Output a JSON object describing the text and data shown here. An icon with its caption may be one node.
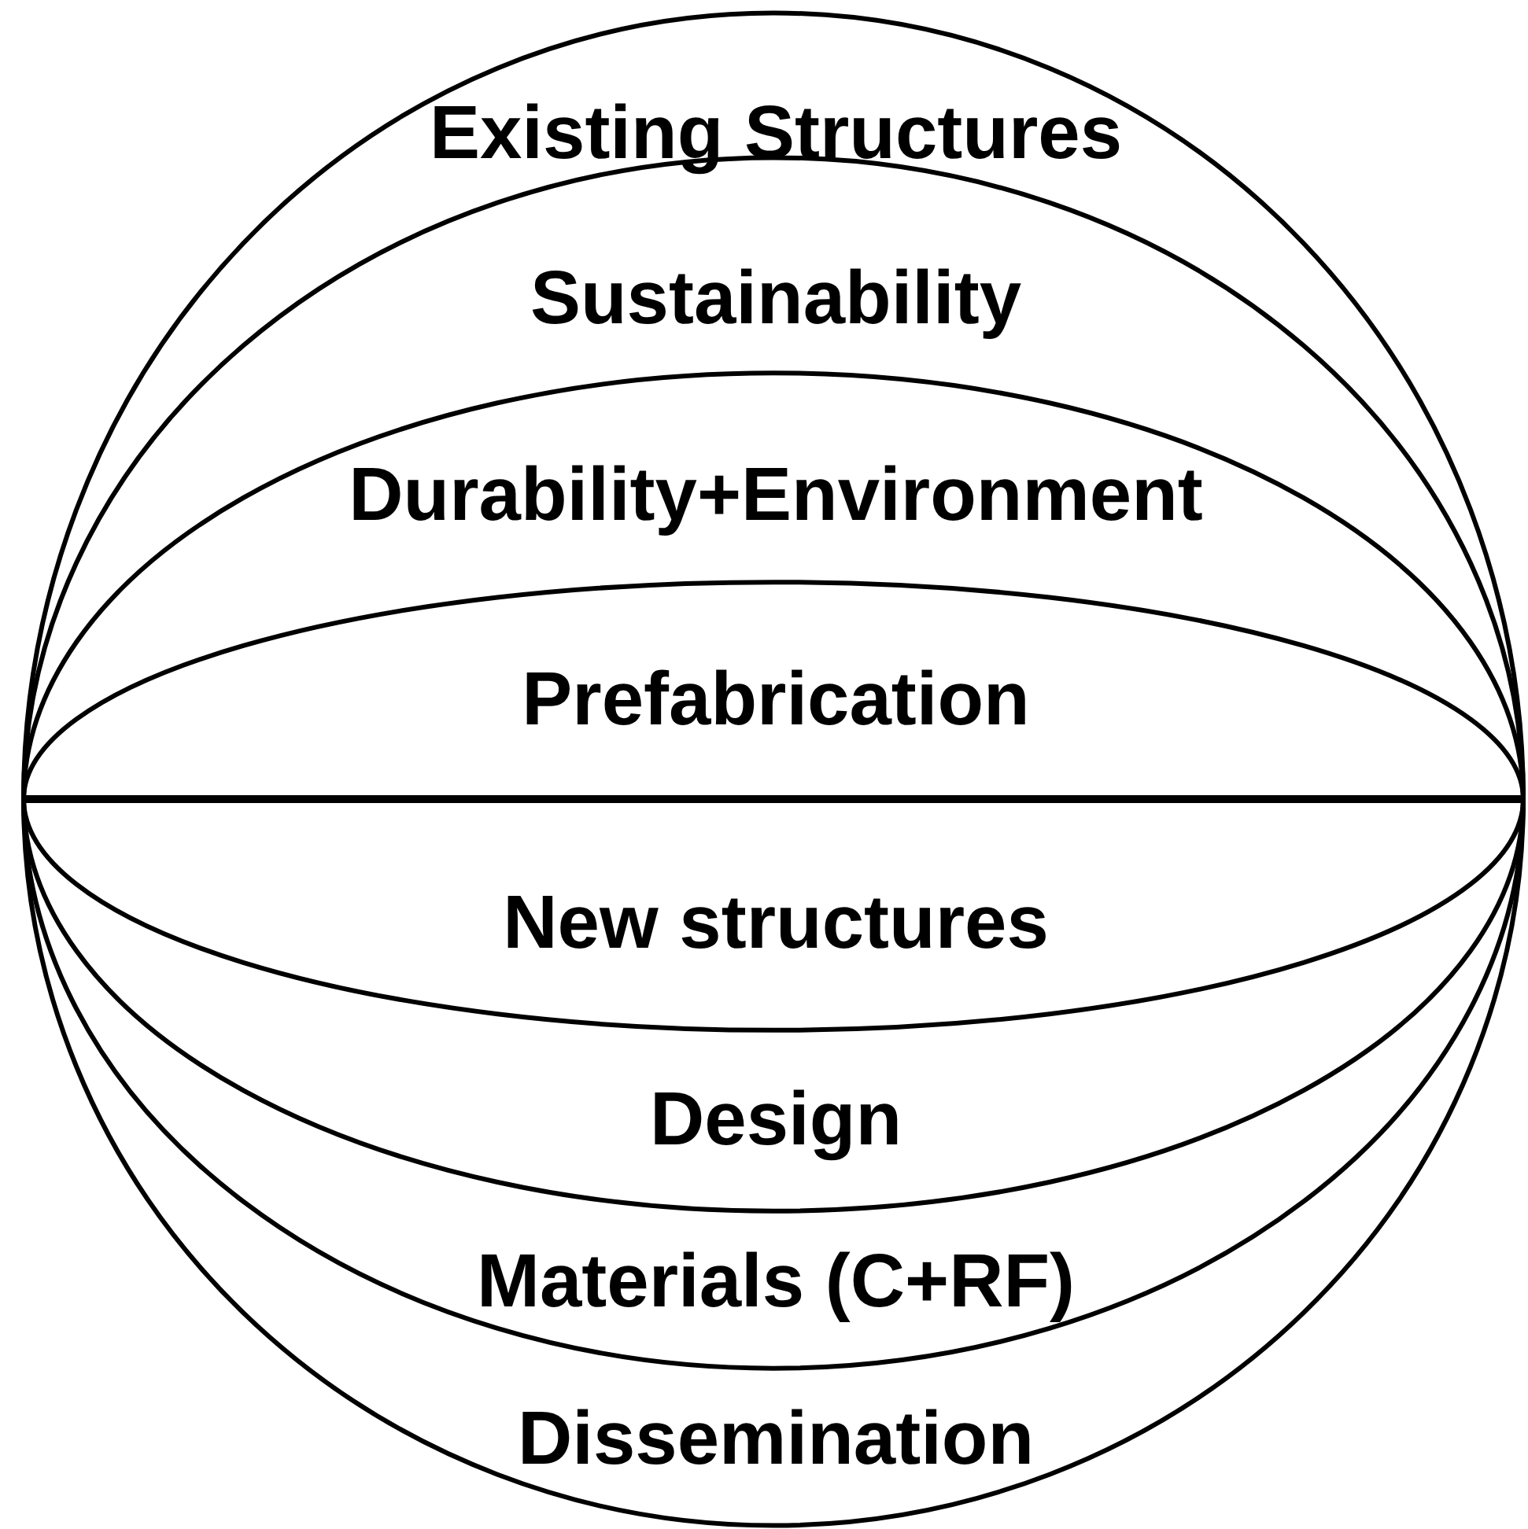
{
  "diagram": {
    "nodes": [
      {
        "text": [
          "Existing Structures"
        ]
      },
      {
        "text": [
          "Sustainability"
        ]
      },
      {
        "text": [
          "Durability+Environment"
        ]
      },
      {
        "text": [
          "Prefabrication"
        ]
      },
      {
        "text": [
          "New structures"
        ]
      },
      {
        "text": [
          "Design"
        ]
      },
      {
        "text": [
          "Materials (C+RF)"
        ]
      },
      {
        "text": [
          "Dissemination"
        ]
      }
    ]
  }
}
